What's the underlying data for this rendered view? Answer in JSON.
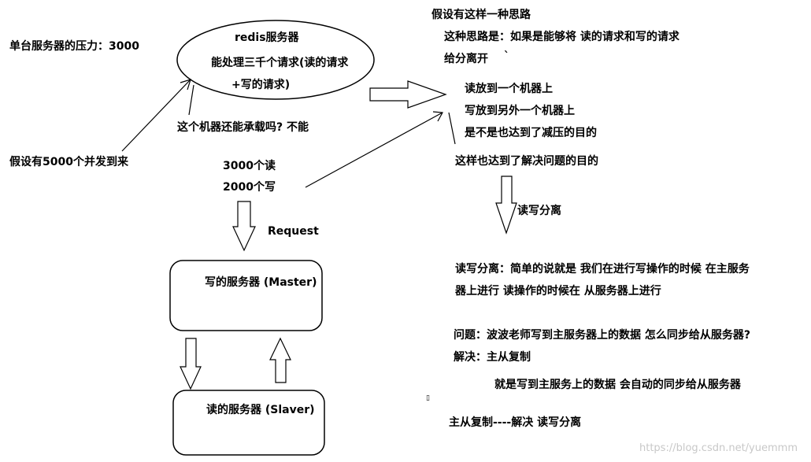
{
  "left": {
    "single_pressure": "单台服务器的压力：3000",
    "concurrency": "假设有5000个并发到来",
    "redis_title": "redis服务器",
    "redis_line1": "能处理三千个请求(读的请求",
    "redis_line2": "+写的请求)",
    "can_carry": "这个机器还能承载吗?   不能",
    "reads": "3000个读",
    "writes": "2000个写",
    "request": "Request",
    "master": "写的服务器 (Master)",
    "slave": "读的服务器 (Slaver)"
  },
  "right": {
    "idea_title": "假设有这样一种思路",
    "idea_line1": "这种思路是：如果是能够将  读的请求和写的请求",
    "idea_line2": "给分离开",
    "tick_mark": "`",
    "put_read": "读放到一个机器上",
    "put_write": "写放到另外一个机器上",
    "reduce_question": "是不是也达到了减压的目的",
    "solve_line": "这样也达到了解决问题的目的",
    "rw_split_label": "读写分离",
    "def_line1": "读写分离：简单的说就是 我们在进行写操作的时候 在主服务",
    "def_line2": "器上进行   读操作的时候在 从服务器上进行",
    "question": "问题：波波老师写到主服务器上的数据 怎么同步给从服务器?",
    "answer": "解决：主从复制",
    "answer_detail": "就是写到主服务上的数据 会自动的同步给从服务器",
    "conclusion": "主从复制----解决 读写分离",
    "stray_mark": "▯"
  },
  "watermark": "https://blog.csdn.net/yuemmm"
}
